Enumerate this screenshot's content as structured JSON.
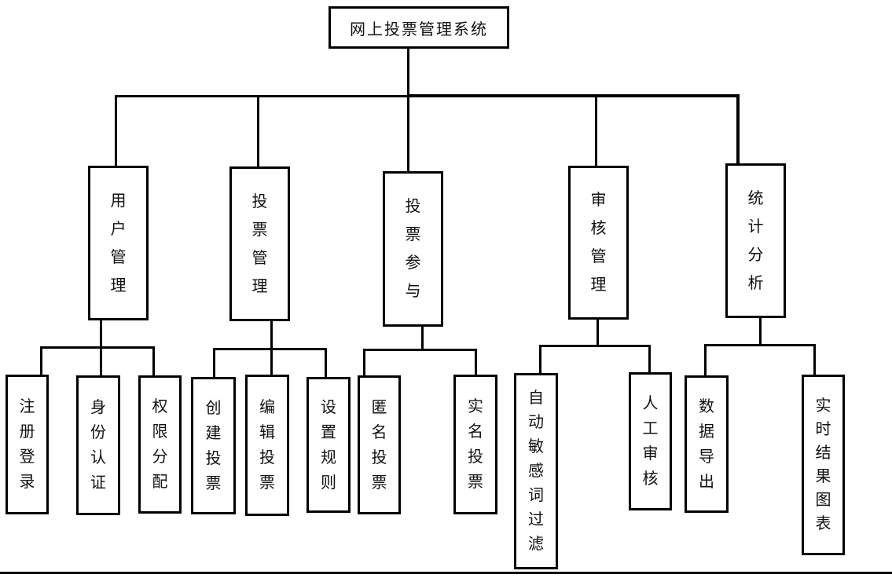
{
  "page": {
    "background_color": "#ffffff",
    "line_color": "#000000",
    "text_color": "#111111"
  },
  "diagram": {
    "type": "hierarchy-tree",
    "root": {
      "label": "网上投票管理系统"
    },
    "branches": [
      {
        "label": "用户管理",
        "children": [
          {
            "label": "注册登录"
          },
          {
            "label": "身份认证"
          },
          {
            "label": "权限分配"
          }
        ]
      },
      {
        "label": "投票管理",
        "children": [
          {
            "label": "创建投票"
          },
          {
            "label": "编辑投票"
          },
          {
            "label": "设置规则"
          }
        ]
      },
      {
        "label": "投票参与",
        "children": [
          {
            "label": "匿名投票"
          },
          {
            "label": "实名投票"
          }
        ]
      },
      {
        "label": "审核管理",
        "children": [
          {
            "label": "自动敏感词过滤"
          },
          {
            "label": "人工审核"
          }
        ]
      },
      {
        "label": "统计分析",
        "children": [
          {
            "label": "数据导出"
          },
          {
            "label": "实时结果图表"
          }
        ]
      }
    ]
  }
}
